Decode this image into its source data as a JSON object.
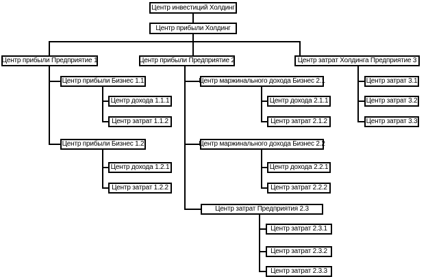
{
  "diagram": {
    "type": "org-chart",
    "language": "ru",
    "colors": {
      "background": "#ffffff",
      "node_background": "#ffffff",
      "node_border": "#000000",
      "line": "#000000",
      "text": "#000000"
    },
    "nodes": {
      "investment_holding": "Центр инвестиций Холдинг",
      "profit_holding": "Центр прибыли Холдинг",
      "enterprise1": "Центр прибыли Предприятие 1",
      "enterprise2": "Центр прибыли Предприятие 2",
      "enterprise3": "Центр затрат Холдинга Предприятие 3",
      "business11": "Центр прибыли Бизнес 1.1",
      "income111": "Центр дохода 1.1.1",
      "cost112": "Центр затрат 1.1.2",
      "business12": "Центр прибыли Бизнес 1.2",
      "income121": "Центр дохода 1.2.1",
      "cost122": "Центр затрат 1.2.2",
      "business21": "Центр маржинального дохода Бизнес 2.1",
      "income211": "Центр дохода 2.1.1",
      "cost212": "Центр затрат 2.1.2",
      "business22": "Центр маржинального дохода Бизнес 2.2",
      "income221": "Центр дохода 2.2.1",
      "cost222": "Центр затрат 2.2.2",
      "cost23": "Центр затрат Предприятия 2.3",
      "cost231": "Центр затрат 2.3.1",
      "cost232": "Центр затрат 2.3.2",
      "cost233": "Центр затрат 2.3.3",
      "cost31": "Центр затрат 3.1",
      "cost32": "Центр затрат 3.2",
      "cost33": "Центр затрат 3.3"
    },
    "hierarchy": {
      "id": "investment_holding",
      "children": [
        {
          "id": "profit_holding",
          "children": [
            {
              "id": "enterprise1",
              "children": [
                {
                  "id": "business11",
                  "children": [
                    {
                      "id": "income111"
                    },
                    {
                      "id": "cost112"
                    }
                  ]
                },
                {
                  "id": "business12",
                  "children": [
                    {
                      "id": "income121"
                    },
                    {
                      "id": "cost122"
                    }
                  ]
                }
              ]
            },
            {
              "id": "enterprise2",
              "children": [
                {
                  "id": "business21",
                  "children": [
                    {
                      "id": "income211"
                    },
                    {
                      "id": "cost212"
                    }
                  ]
                },
                {
                  "id": "business22",
                  "children": [
                    {
                      "id": "income221"
                    },
                    {
                      "id": "cost222"
                    }
                  ]
                },
                {
                  "id": "cost23",
                  "children": [
                    {
                      "id": "cost231"
                    },
                    {
                      "id": "cost232"
                    },
                    {
                      "id": "cost233"
                    }
                  ]
                }
              ]
            },
            {
              "id": "enterprise3",
              "children": [
                {
                  "id": "cost31"
                },
                {
                  "id": "cost32"
                },
                {
                  "id": "cost33"
                }
              ]
            }
          ]
        }
      ]
    }
  }
}
